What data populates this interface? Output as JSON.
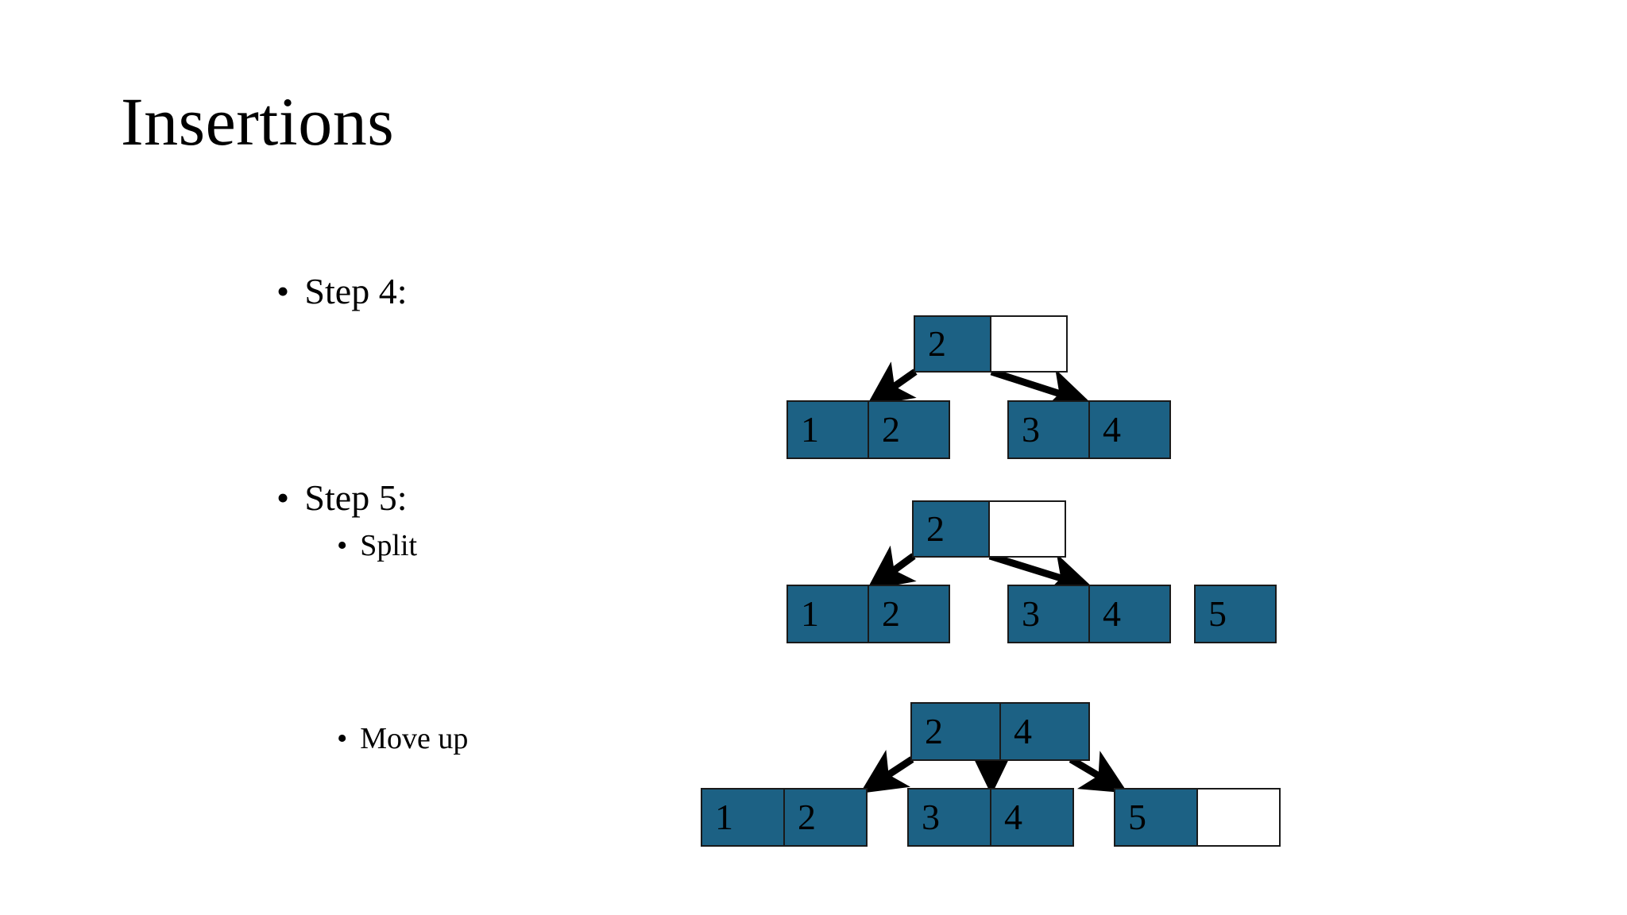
{
  "slide": {
    "title": "Insertions",
    "background_color": "#ffffff",
    "node_fill_color": "#1c6184",
    "node_border_color": "#1a1a1a",
    "text_color": "#000000"
  },
  "bullets": {
    "marker": "•",
    "step4": "Step 4:",
    "step5": "Step 5:",
    "split": "Split",
    "move_up": "Move up"
  },
  "diagrams": [
    {
      "id": "step4",
      "caption": "Step 4:",
      "root": {
        "cells": [
          {
            "value": "2",
            "filled": true
          },
          {
            "value": "",
            "filled": false
          }
        ]
      },
      "children": [
        {
          "name": "left-leaf",
          "cells": [
            {
              "value": "1",
              "filled": true
            },
            {
              "value": "2",
              "filled": true
            }
          ]
        },
        {
          "name": "right-leaf",
          "cells": [
            {
              "value": "3",
              "filled": true
            },
            {
              "value": "4",
              "filled": true
            }
          ]
        }
      ],
      "arrow_count": 2
    },
    {
      "id": "step5-split",
      "caption": "Split",
      "root": {
        "cells": [
          {
            "value": "2",
            "filled": true
          },
          {
            "value": "",
            "filled": false
          }
        ]
      },
      "children": [
        {
          "name": "left-leaf",
          "cells": [
            {
              "value": "1",
              "filled": true
            },
            {
              "value": "2",
              "filled": true
            }
          ]
        },
        {
          "name": "mid-leaf",
          "cells": [
            {
              "value": "3",
              "filled": true
            },
            {
              "value": "4",
              "filled": true
            }
          ]
        },
        {
          "name": "split-node",
          "cells": [
            {
              "value": "5",
              "filled": true
            }
          ]
        }
      ],
      "arrow_count": 2
    },
    {
      "id": "move-up",
      "caption": "Move up",
      "root": {
        "cells": [
          {
            "value": "2",
            "filled": true
          },
          {
            "value": "4",
            "filled": true
          }
        ]
      },
      "children": [
        {
          "name": "left-leaf",
          "cells": [
            {
              "value": "1",
              "filled": true
            },
            {
              "value": "2",
              "filled": true
            }
          ]
        },
        {
          "name": "mid-leaf",
          "cells": [
            {
              "value": "3",
              "filled": true
            },
            {
              "value": "4",
              "filled": true
            }
          ]
        },
        {
          "name": "right-leaf",
          "cells": [
            {
              "value": "5",
              "filled": true
            },
            {
              "value": "",
              "filled": false
            }
          ]
        }
      ],
      "arrow_count": 3
    }
  ],
  "d1": {
    "root": {
      "c0": "2",
      "c1": ""
    },
    "left": {
      "c0": "1",
      "c1": "2"
    },
    "right": {
      "c0": "3",
      "c1": "4"
    }
  },
  "d2": {
    "root": {
      "c0": "2",
      "c1": ""
    },
    "left": {
      "c0": "1",
      "c1": "2"
    },
    "mid": {
      "c0": "3",
      "c1": "4"
    },
    "extra": {
      "c0": "5"
    }
  },
  "d3": {
    "root": {
      "c0": "2",
      "c1": "4"
    },
    "left": {
      "c0": "1",
      "c1": "2"
    },
    "mid": {
      "c0": "3",
      "c1": "4"
    },
    "right": {
      "c0": "5",
      "c1": ""
    }
  }
}
